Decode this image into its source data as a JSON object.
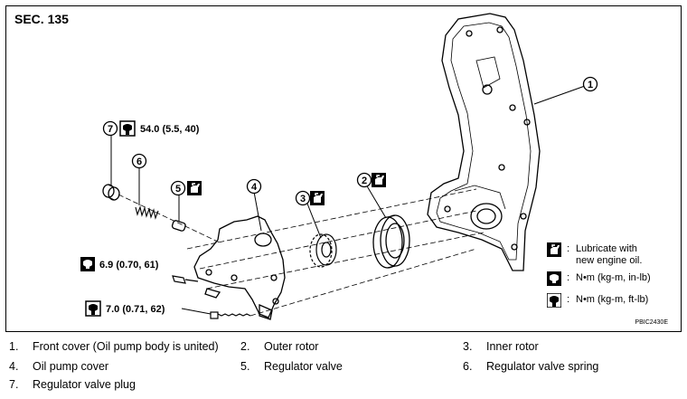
{
  "section_label": "SEC. 135",
  "diagram_code": "PBIC2430E",
  "callouts": [
    {
      "num": "1"
    },
    {
      "num": "2"
    },
    {
      "num": "3"
    },
    {
      "num": "4"
    },
    {
      "num": "5"
    },
    {
      "num": "6"
    },
    {
      "num": "7"
    }
  ],
  "torques": {
    "t7": "54.0 (5.5, 40)",
    "cover_bolt": "6.9 (0.70, 61)",
    "long_bolt": "7.0 (0.71, 62)"
  },
  "legend": {
    "oil_line1": "Lubricate with",
    "oil_line2": "new engine oil.",
    "inlb": "N•m  (kg-m,  in-lb)",
    "ftlb": "N•m  (kg-m,  ft-lb)",
    "colon": ":"
  },
  "parts": [
    {
      "num": "1.",
      "name": "Front cover (Oil pump body is united)"
    },
    {
      "num": "2.",
      "name": "Outer rotor"
    },
    {
      "num": "3.",
      "name": "Inner rotor"
    },
    {
      "num": "4.",
      "name": "Oil pump cover"
    },
    {
      "num": "5.",
      "name": "Regulator valve"
    },
    {
      "num": "6.",
      "name": "Regulator valve spring"
    },
    {
      "num": "7.",
      "name": "Regulator valve plug"
    }
  ],
  "icons": [
    "oil-can-icon",
    "torque-wrench-icon"
  ]
}
